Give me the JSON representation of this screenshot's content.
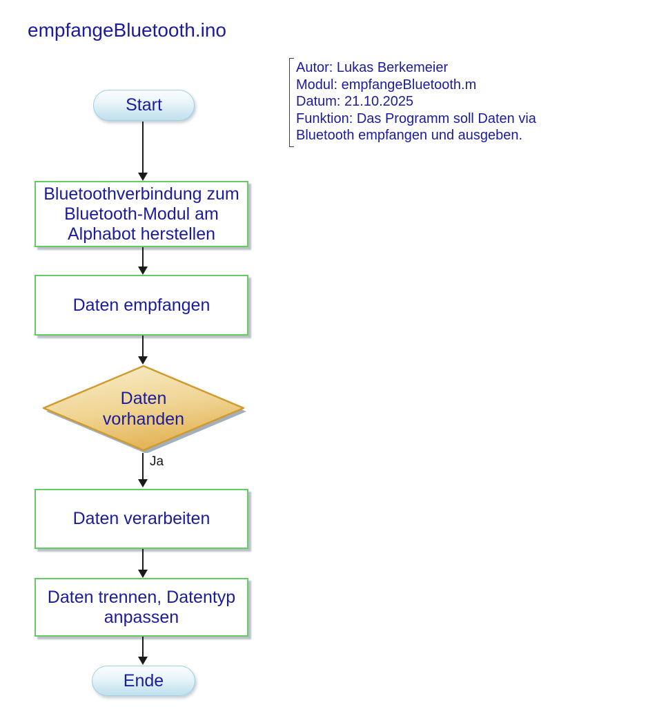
{
  "page": {
    "title": "empfangeBluetooth.ino"
  },
  "comment": {
    "lines": [
      "Autor: Lukas Berkemeier",
      "Modul: empfangeBluetooth.m",
      "Datum: 21.10.2025",
      "Funktion: Das Programm soll Daten via",
      "Bluetooth empfangen und ausgeben."
    ]
  },
  "flow": {
    "nodes": [
      {
        "id": "start",
        "type": "terminator",
        "label": "Start"
      },
      {
        "id": "connect",
        "type": "process",
        "label": "Bluetoothverbindung zum Bluetooth-Modul am Alphabot herstellen"
      },
      {
        "id": "receive",
        "type": "process",
        "label": "Daten empfangen"
      },
      {
        "id": "decision",
        "type": "decision",
        "label": "Daten vorhanden"
      },
      {
        "id": "process",
        "type": "process",
        "label": "Daten verarbeiten"
      },
      {
        "id": "split",
        "type": "process",
        "label": "Daten trennen, Datentyp anpassen"
      },
      {
        "id": "end",
        "type": "terminator",
        "label": "Ende"
      }
    ],
    "edge_labels": {
      "ja": "Ja"
    }
  },
  "colors": {
    "text": "#1b1b9e",
    "edge_label_text": "#141414",
    "arrow": "#1a1a1a",
    "comment_bracket": "#3c3c3c",
    "process_fill_top": "#f5fef2",
    "process_fill_bottom": "#aaefa0",
    "process_border": "#62cb62",
    "terminator_fill_top": "#fafdfe",
    "terminator_fill_bottom": "#bfe0ee",
    "terminator_border": "#9fcfe2",
    "decision_fill_top": "#f8ecc6",
    "decision_fill_bottom": "#e2b152",
    "decision_border": "#cf9a2e",
    "shadow": "#93a2af"
  }
}
